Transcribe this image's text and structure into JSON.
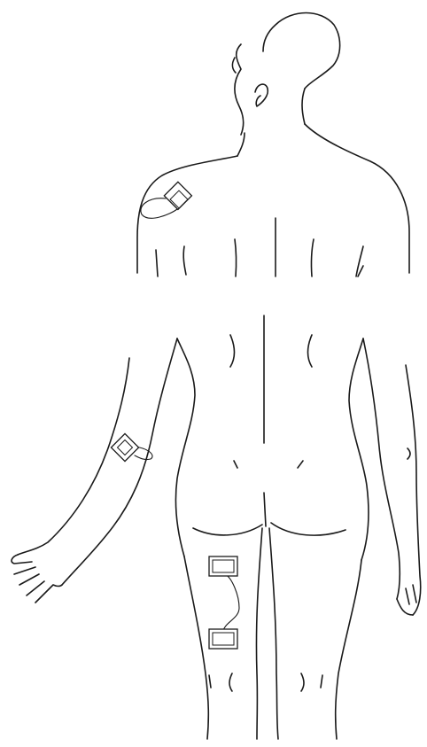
{
  "figure": {
    "views": [
      "upper-back-shoulder",
      "lower-back-and-legs"
    ],
    "colors": {
      "line": "#1a1a1a",
      "background": "#ffffff",
      "pad_fill": "#ffffff"
    },
    "electrodes": [
      {
        "name": "shoulder-electrode",
        "shape": "diamond",
        "has_lead_wire": true
      },
      {
        "name": "forearm-electrode",
        "shape": "diamond",
        "has_lead_wire": true
      },
      {
        "name": "thigh-upper-electrode",
        "shape": "square",
        "has_lead_wire": true
      },
      {
        "name": "thigh-lower-electrode",
        "shape": "square",
        "has_lead_wire": true
      }
    ]
  }
}
